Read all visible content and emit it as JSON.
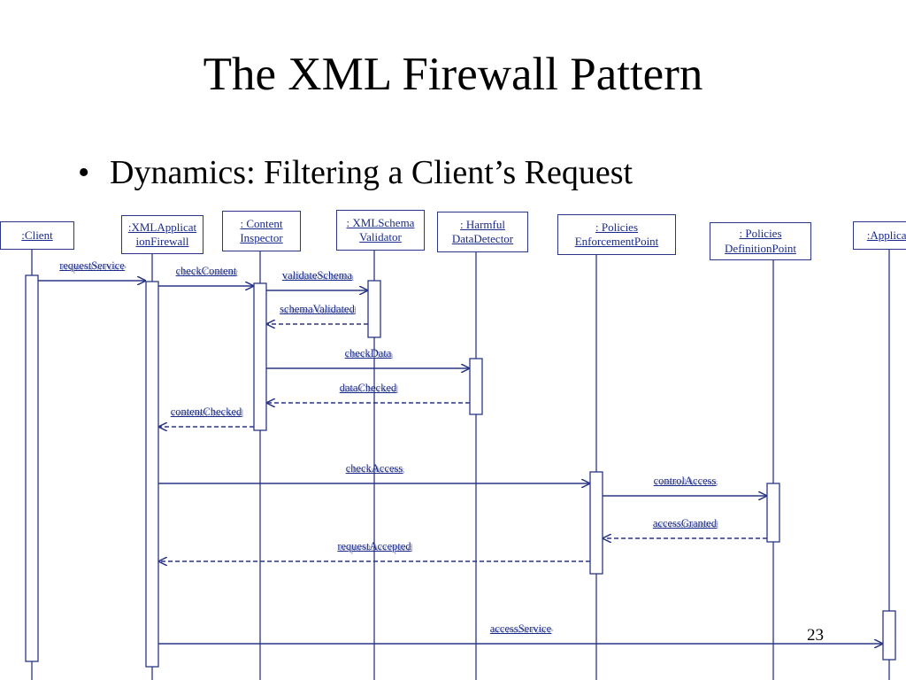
{
  "slide": {
    "title": "The XML Firewall Pattern",
    "bullet": "Dynamics: Filtering a Client’s Request",
    "page_number": "23"
  },
  "colors": {
    "line": "#2a3585",
    "text": "#1a2a8a"
  },
  "diagram": {
    "objects": [
      {
        "id": "client",
        "label": ":Client"
      },
      {
        "id": "firewall",
        "label": ":XMLApplicat ionFirewall"
      },
      {
        "id": "inspector",
        "label": ": Content Inspector"
      },
      {
        "id": "schema",
        "label": ": XMLSchema Validator"
      },
      {
        "id": "harmful",
        "label": ": Harmful DataDetector"
      },
      {
        "id": "pep",
        "label": ": Policies EnforcementPoint"
      },
      {
        "id": "pdp",
        "label": ": Policies DefinitionPoint"
      },
      {
        "id": "app",
        "label": ":Applicat"
      }
    ],
    "messages": [
      {
        "label": "requestService",
        "from": "client",
        "to": "firewall",
        "type": "call"
      },
      {
        "label": "checkContent",
        "from": "firewall",
        "to": "inspector",
        "type": "call"
      },
      {
        "label": "validateSchema",
        "from": "inspector",
        "to": "schema",
        "type": "call"
      },
      {
        "label": "schemaValidated",
        "from": "schema",
        "to": "inspector",
        "type": "return"
      },
      {
        "label": "checkData",
        "from": "inspector",
        "to": "harmful",
        "type": "call"
      },
      {
        "label": "dataChecked",
        "from": "harmful",
        "to": "inspector",
        "type": "return"
      },
      {
        "label": "contentChecked",
        "from": "inspector",
        "to": "firewall",
        "type": "return"
      },
      {
        "label": "checkAccess",
        "from": "firewall",
        "to": "pep",
        "type": "call"
      },
      {
        "label": "controlAccess",
        "from": "pep",
        "to": "pdp",
        "type": "call"
      },
      {
        "label": "accessGranted",
        "from": "pdp",
        "to": "pep",
        "type": "return"
      },
      {
        "label": "requestAccepted",
        "from": "pep",
        "to": "firewall",
        "type": "return"
      },
      {
        "label": "accessService",
        "from": "firewall",
        "to": "app",
        "type": "call"
      }
    ]
  }
}
